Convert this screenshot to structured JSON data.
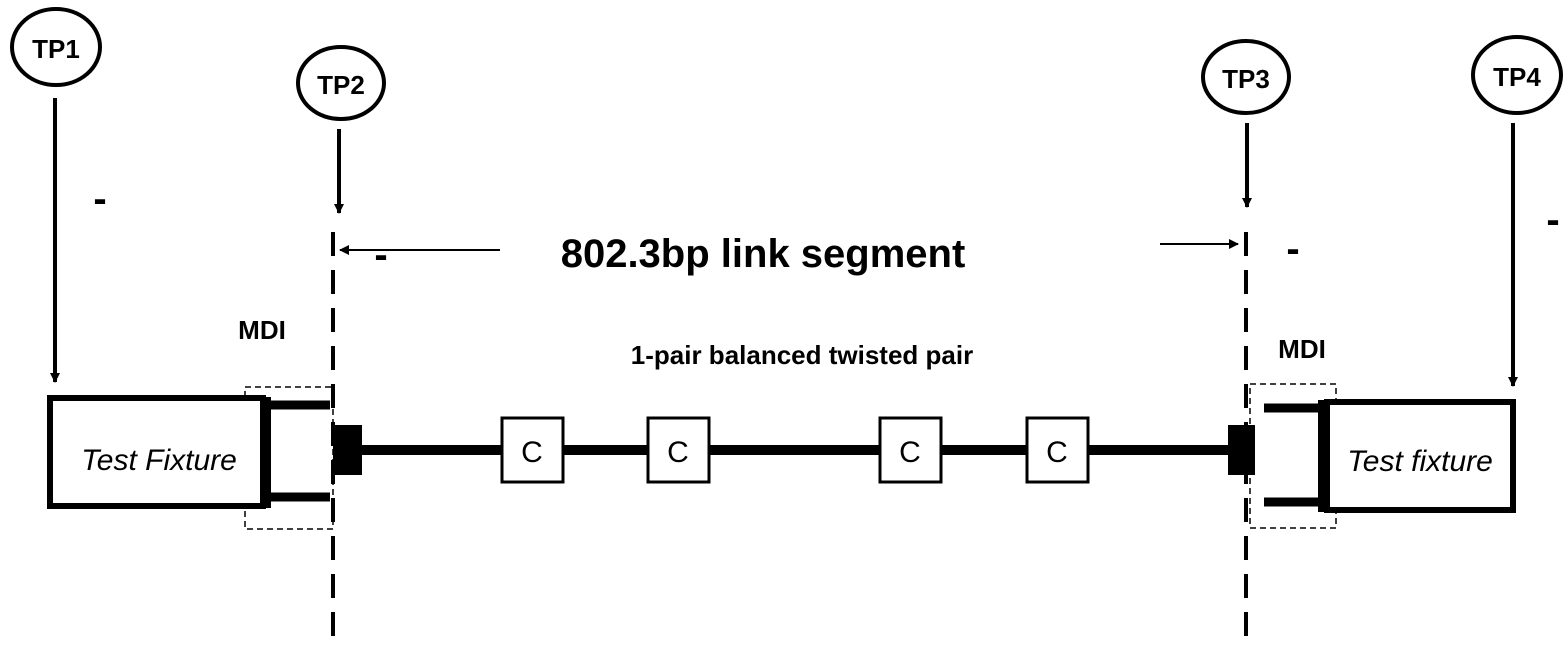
{
  "test_points": {
    "tp1": "TP1",
    "tp2": "TP2",
    "tp3": "TP3",
    "tp4": "TP4"
  },
  "dash_marks": [
    "-",
    "-",
    "-",
    "-"
  ],
  "link_segment_label": "802.3bp link segment",
  "cable_label": "1-pair balanced twisted pair",
  "mdi_left_label": "MDI",
  "mdi_right_label": "MDI",
  "fixture_left_label": "Test Fixture",
  "fixture_right_label": "Test fixture",
  "connector_label": "C",
  "colors": {
    "stroke": "#000000",
    "background": "#ffffff"
  }
}
